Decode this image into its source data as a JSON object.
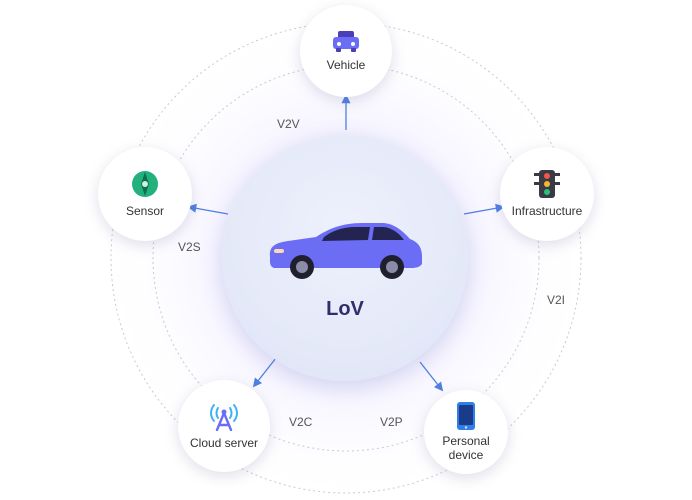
{
  "center": {
    "label": "LoV"
  },
  "nodes": {
    "vehicle": {
      "label": "Vehicle",
      "icon": "vehicle-icon"
    },
    "infrastructure": {
      "label": "Infrastructure",
      "icon": "traffic-light-icon"
    },
    "sensor": {
      "label": "Sensor",
      "icon": "sensor-icon"
    },
    "cloud": {
      "label": "Cloud server",
      "icon": "antenna-tower-icon"
    },
    "personal": {
      "label_line1": "Personal",
      "label_line2": "device",
      "icon": "smartphone-icon"
    }
  },
  "edges": {
    "v2v": "V2V",
    "v2i": "V2I",
    "v2s": "V2S",
    "v2c": "V2C",
    "v2p": "V2P"
  },
  "colors": {
    "arrow": "#4f7fe0",
    "car_body": "#6b6ef5",
    "center_text": "#2f2f6b",
    "sensor": "#22b07d",
    "tower": "#6b6ef5",
    "phone": "#2f7fe6"
  }
}
